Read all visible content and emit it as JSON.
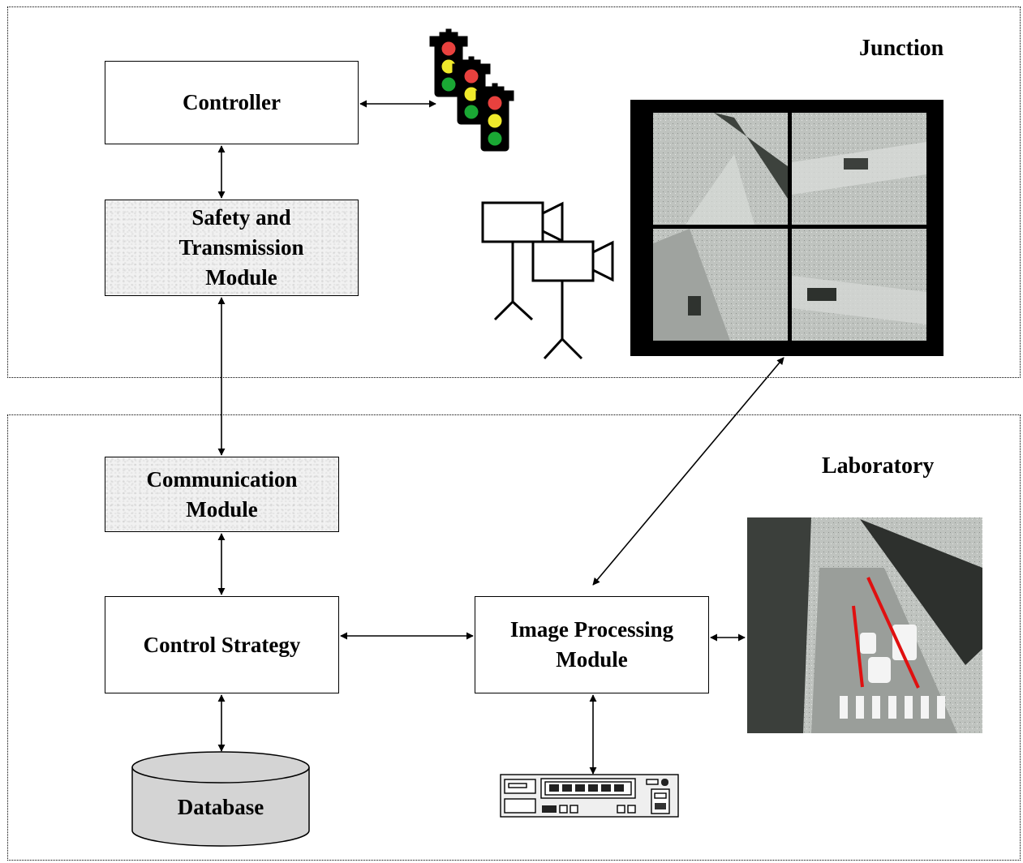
{
  "zones": {
    "junction": "Junction",
    "laboratory": "Laboratory"
  },
  "modules": {
    "controller": "Controller",
    "safety": [
      "Safety and",
      "Transmission",
      "Module"
    ],
    "communication": [
      "Communication",
      "Module"
    ],
    "control_strategy": "Control Strategy",
    "image_processing": [
      "Image Processing",
      "Module"
    ],
    "database": "Database"
  },
  "icons": {
    "traffic_lights": "traffic-light-icon",
    "cameras": "video-camera-icon",
    "computer": "computer-hardware-icon"
  },
  "colors": {
    "tex_fill": "#f1f1f1",
    "database_fill": "#d4d4d4",
    "lane_marker": "#e01010"
  }
}
